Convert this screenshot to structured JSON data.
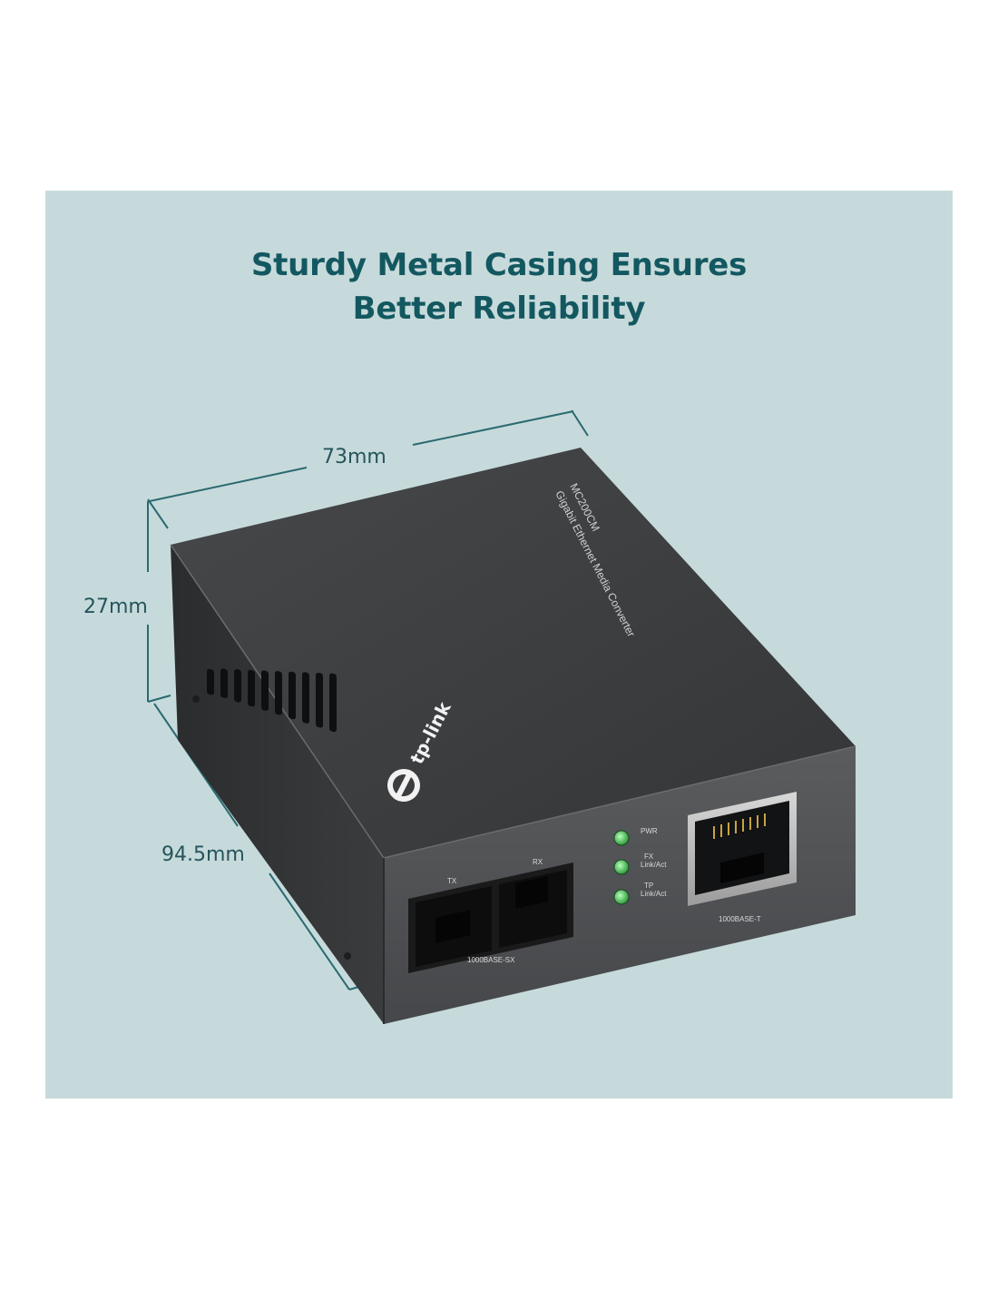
{
  "headline": {
    "line1": "Sturdy Metal Casing Ensures",
    "line2": "Better Reliability"
  },
  "dimensions": {
    "width": "73mm",
    "height": "27mm",
    "depth": "94.5mm"
  },
  "device": {
    "brand": "tp-link",
    "model": "MC200CM",
    "description": "Gigabit Ethernet Media Converter",
    "fiber_port": {
      "tx_label": "TX",
      "rx_label": "RX",
      "type_label": "1000BASE-SX"
    },
    "leds": [
      {
        "label_line1": "PWR",
        "label_line2": ""
      },
      {
        "label_line1": "FX",
        "label_line2": "Link/Act"
      },
      {
        "label_line1": "TP",
        "label_line2": "Link/Act"
      }
    ],
    "ethernet_port": {
      "type_label": "1000BASE-T"
    }
  },
  "colors": {
    "panel_background": "#c7dadb",
    "headline_text": "#135860",
    "dimension_line": "#2a6a70",
    "case_top": "#3e4042",
    "case_front": "#505254",
    "case_side": "#2b2d2f",
    "led_green": "#5fd46a"
  }
}
